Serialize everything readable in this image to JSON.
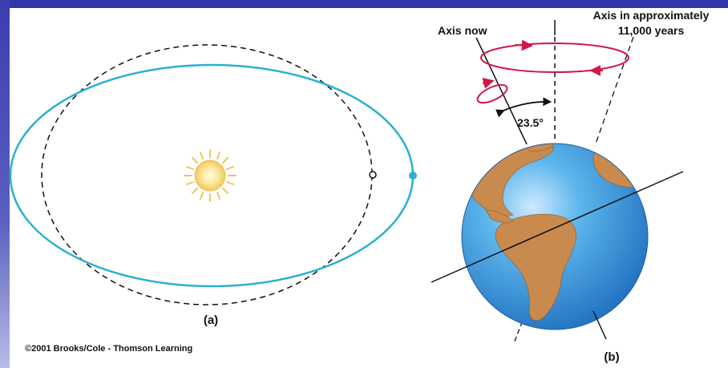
{
  "labels": {
    "axis_now": "Axis now",
    "axis_future_line1": "Axis in approximately",
    "axis_future_line2": "11,000 years",
    "angle": "23.5°",
    "panel_a": "(a)",
    "panel_b": "(b)",
    "copyright": "©2001 Brooks/Cole - Thomson Learning"
  },
  "colors": {
    "orbit": "#2ab0d0",
    "precession_arrow": "#d01848",
    "ocean": "#2f96dc",
    "land": "#c98a4e",
    "sun": "#f4d870"
  }
}
